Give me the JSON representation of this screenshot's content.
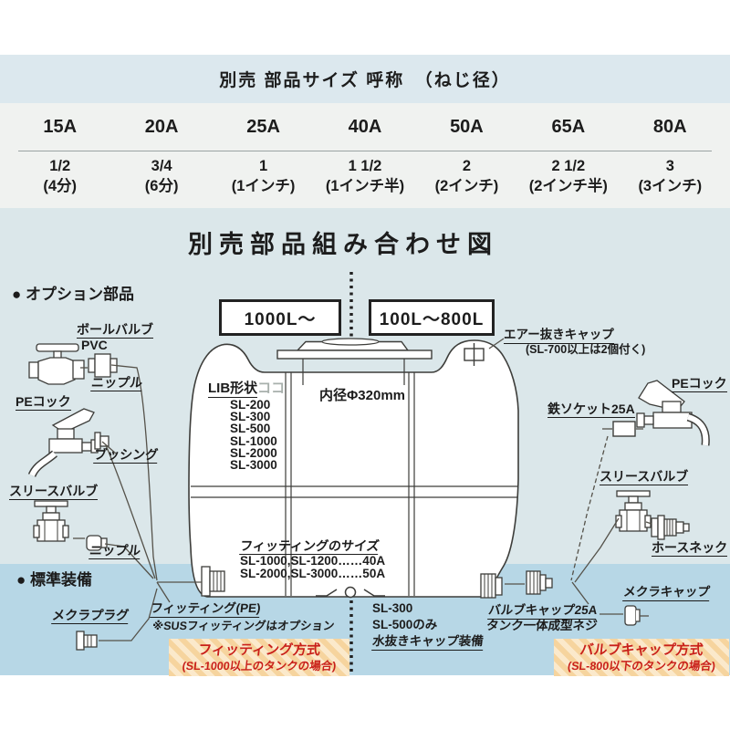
{
  "colors": {
    "header_band": "#dce8ee",
    "table_band": "#f0f2f0",
    "diagram_bg": "#dbe7ea",
    "standard_band": "#b7d7e6",
    "highlight_red": "#c9201a",
    "hatch_orange": "#f6d49e"
  },
  "size_table": {
    "title": "別売 部品サイズ 呼称　（ねじ径）",
    "columns": [
      {
        "size": "15A",
        "inch": "1/2",
        "note": "(4分)"
      },
      {
        "size": "20A",
        "inch": "3/4",
        "note": "(6分)"
      },
      {
        "size": "25A",
        "inch": "1",
        "note": "(1インチ)"
      },
      {
        "size": "40A",
        "inch": "1 1/2",
        "note": "(1インチ半)"
      },
      {
        "size": "50A",
        "inch": "2",
        "note": "(2インチ)"
      },
      {
        "size": "65A",
        "inch": "2 1/2",
        "note": "(2インチ半)"
      },
      {
        "size": "80A",
        "inch": "3",
        "note": "(3インチ)"
      }
    ]
  },
  "diagram": {
    "title": "別売部品組み合わせ図",
    "capacity_large": "1000L〜",
    "capacity_small": "100L〜800L",
    "sections": {
      "options": "● オプション部品",
      "standard": "● 標準装備"
    },
    "left_parts": {
      "ball_valve": "ボールバルブ",
      "ball_valve_material": "PVC",
      "nipple_top": "ニップル",
      "pe_cock": "PEコック",
      "bushing": "ブッシング",
      "sleeve_valve": "スリースバルブ",
      "nipple_bottom": "ニップル",
      "blind_plug": "メクラプラグ"
    },
    "right_parts": {
      "air_cap": "エアー抜きキャップ",
      "air_cap_note": "(SL-700以上は2個付く)",
      "pe_cock": "PEコック",
      "iron_socket": "鉄ソケット25A",
      "sleeve_valve": "スリースバルブ",
      "hose_neck": "ホースネック",
      "blind_cap": "メクラキャップ",
      "valve_cap": "バルブキャップ25A",
      "valve_cap_note": "タンク一体成型ネジ"
    },
    "tank": {
      "shape_label": "LIB形状",
      "shape_label_suffix": "ココ",
      "models": [
        "SL-200",
        "SL-300",
        "SL-500",
        "SL-1000",
        "SL-2000",
        "SL-3000"
      ],
      "inner_diameter": "内径Φ320mm",
      "fitting_size_title": "フィッティングのサイズ",
      "fitting_size_row1": "SL-1000,SL-1200……40A",
      "fitting_size_row2": "SL-2000,SL-3000……50A"
    },
    "bottom_left": {
      "fitting": "フィッティング(PE)",
      "sus_note": "※SUSフィッティングはオプション"
    },
    "bottom_center": {
      "line1": "SL-300",
      "line2": "SL-500のみ",
      "line3": "水抜きキャップ装備"
    },
    "method_left": {
      "line1": "フィッティング方式",
      "line2": "(SL-1000以上のタンクの場合)"
    },
    "method_right": {
      "line1": "バルブキャップ方式",
      "line2": "(SL-800以下のタンクの場合)"
    }
  }
}
